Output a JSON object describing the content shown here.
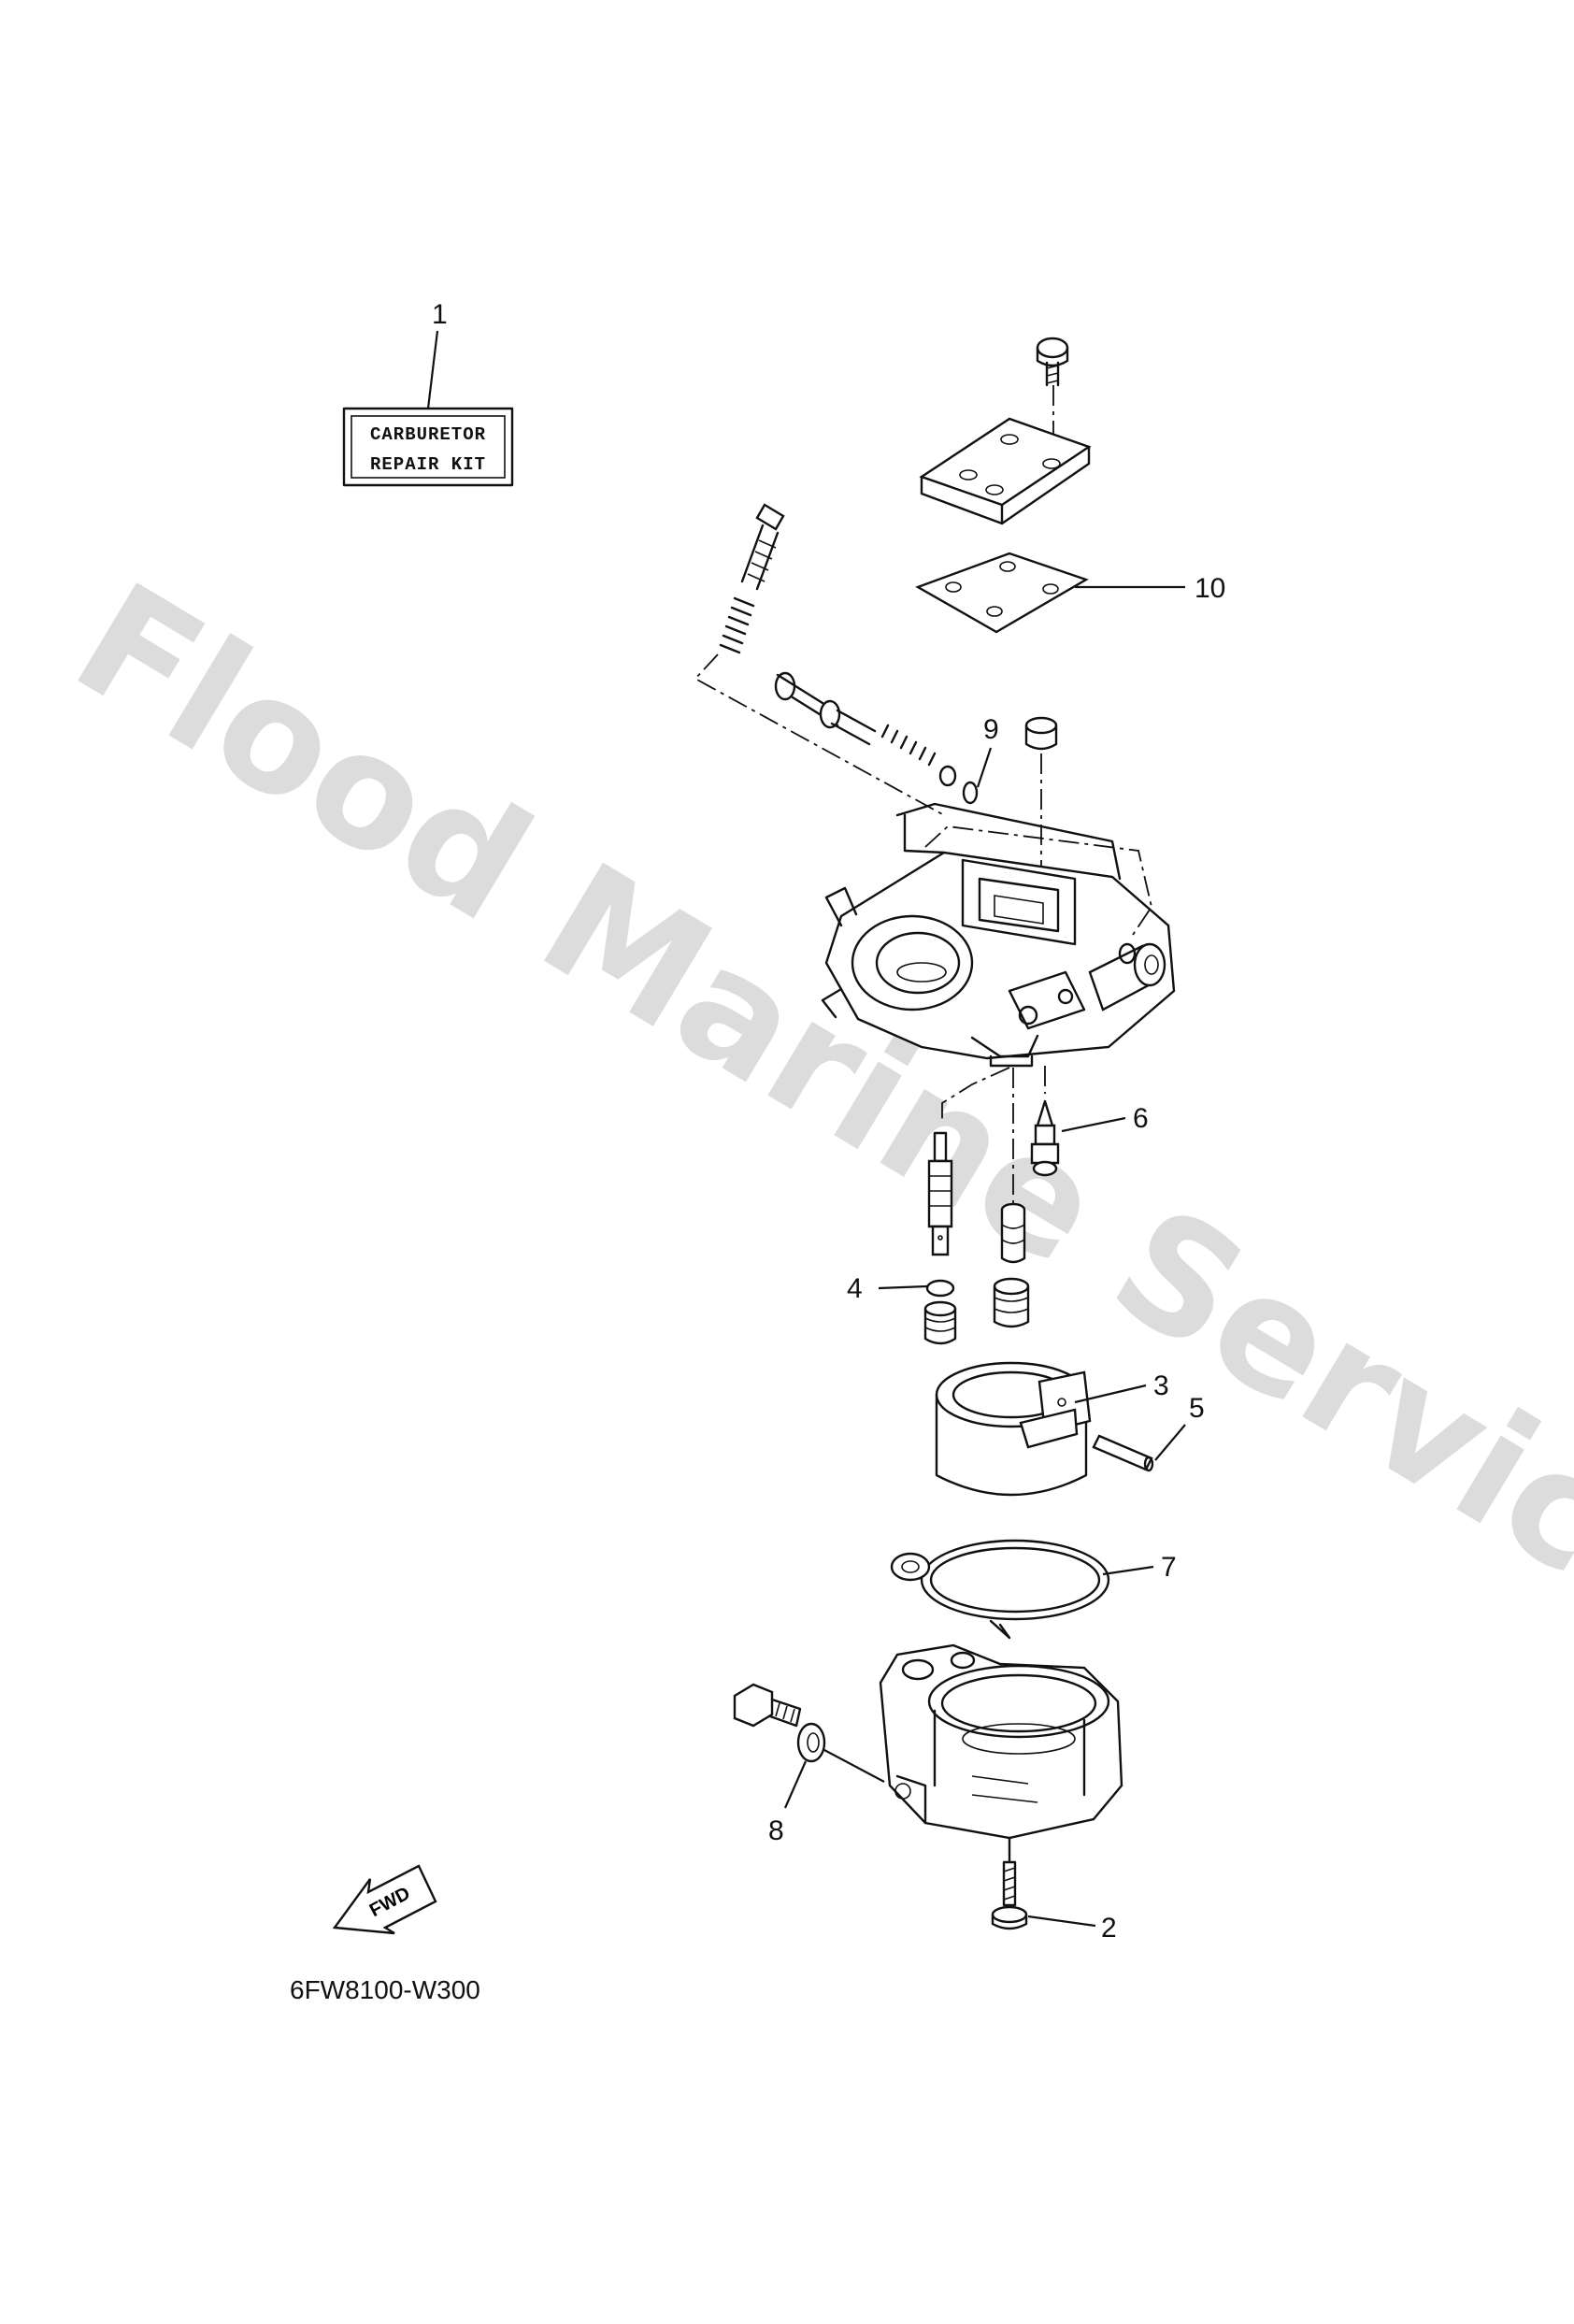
{
  "diagram": {
    "kit_label": {
      "line1": "CARBURETOR",
      "line2": "REPAIR KIT"
    },
    "fwd_label": "FWD",
    "drawing_code": "6FW8100-W300",
    "watermark": "Flood Marine Services",
    "callouts": [
      {
        "id": "1",
        "label": "1"
      },
      {
        "id": "2",
        "label": "2"
      },
      {
        "id": "3",
        "label": "3"
      },
      {
        "id": "4",
        "label": "4"
      },
      {
        "id": "5",
        "label": "5"
      },
      {
        "id": "6",
        "label": "6"
      },
      {
        "id": "7",
        "label": "7"
      },
      {
        "id": "8",
        "label": "8"
      },
      {
        "id": "9",
        "label": "9"
      },
      {
        "id": "10",
        "label": "10"
      }
    ]
  }
}
